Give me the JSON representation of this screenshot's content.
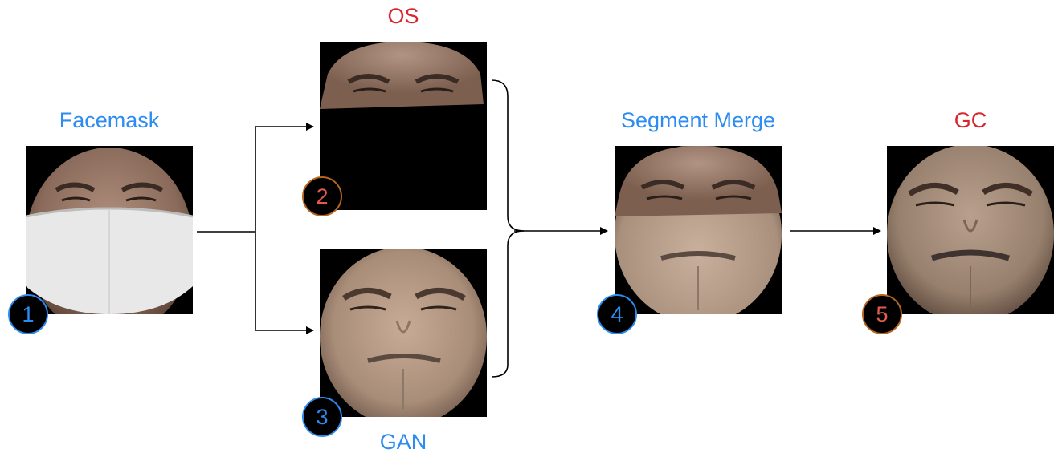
{
  "steps": [
    {
      "label": "Facemask",
      "badge": "1"
    },
    {
      "label": "OS",
      "badge": "2"
    },
    {
      "label": "GAN",
      "badge": "3"
    },
    {
      "label": "Segment Merge",
      "badge": "4"
    },
    {
      "label": "GC",
      "badge": "5"
    }
  ],
  "colors": {
    "blue": "#2d8cf0",
    "red": "#d9262c",
    "badge_red_border": "#b5651d",
    "arrow": "#000000"
  }
}
